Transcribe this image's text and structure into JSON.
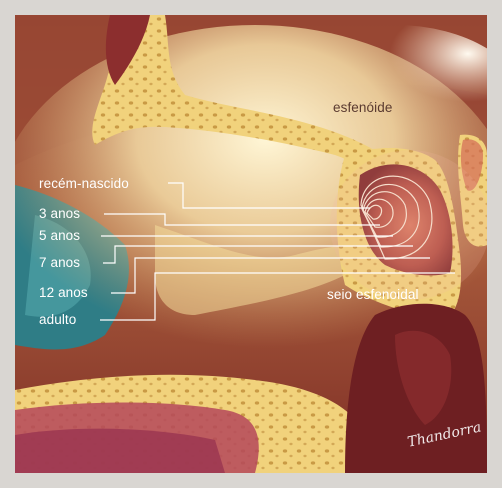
{
  "labels": {
    "esfenoide": "esfenóide",
    "seio": "seio esfenoidal",
    "ages": [
      "recém-nascido",
      "3 anos",
      "5 anos",
      "7 anos",
      "12 anos",
      "adulto"
    ]
  },
  "signature": "Thandorra",
  "colors": {
    "bone": "#f1d27c",
    "bone_dark": "#c59a45",
    "sinus_red": "#b34a3f",
    "tissue_dark": "#6e1f22",
    "cavity_teal": "#2f7d86",
    "frame": "#d9d6d2",
    "glow": "#fff3c8",
    "leader_line": "#ffffff"
  }
}
